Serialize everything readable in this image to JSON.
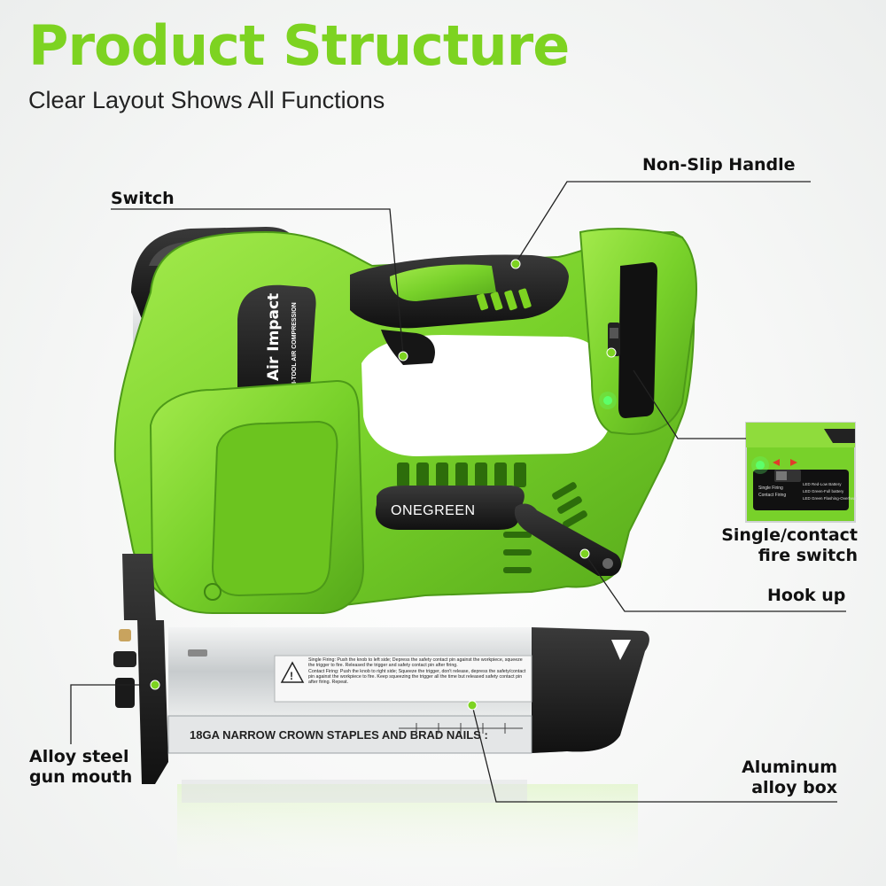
{
  "header": {
    "title": "Product Structure",
    "subtitle": "Clear Layout Shows All Functions"
  },
  "product": {
    "brand": "ONEGREEN",
    "side_label_line1": "Air Impact",
    "side_label_line2": "IN-TOOL AIR COMPRESSION",
    "magazine_text": "18GA NARROW CROWN STAPLES AND BRAD NAILS :",
    "warning_single": "Single Firing: Push the knob to left side; Depress the safety contact pin against the workpiece, squeeze the trigger to fire. Released the trigger and safety contact pin after firing.",
    "warning_contact": "Contact Firing: Push the knob to right side; Squeeze the trigger, don't release, depress the safety/contact pin against the workpiece to fire. Keep squeezing the trigger all the time but released safety contact pin after firing. Repeat.",
    "switch_labels": [
      "Single Firing",
      "Contact Firing"
    ],
    "led_labels": [
      "LED Red-Low Battery",
      "LED Green-Full battery",
      "LED Green Flashing-Overheat"
    ]
  },
  "callouts": {
    "switch": "Switch",
    "non_slip_handle": "Non-Slip Handle",
    "single_contact_line1": "Single/contact",
    "single_contact_line2": "fire switch",
    "hook_up": "Hook up",
    "alloy_steel_line1": "Alloy steel",
    "alloy_steel_line2": "gun mouth",
    "aluminum_line1": "Aluminum",
    "aluminum_line2": "alloy box"
  },
  "colors": {
    "accent_green": "#7dd321",
    "tool_green": "#78d12a",
    "dark": "#1b1b1b",
    "silver": "#c9ccce"
  }
}
